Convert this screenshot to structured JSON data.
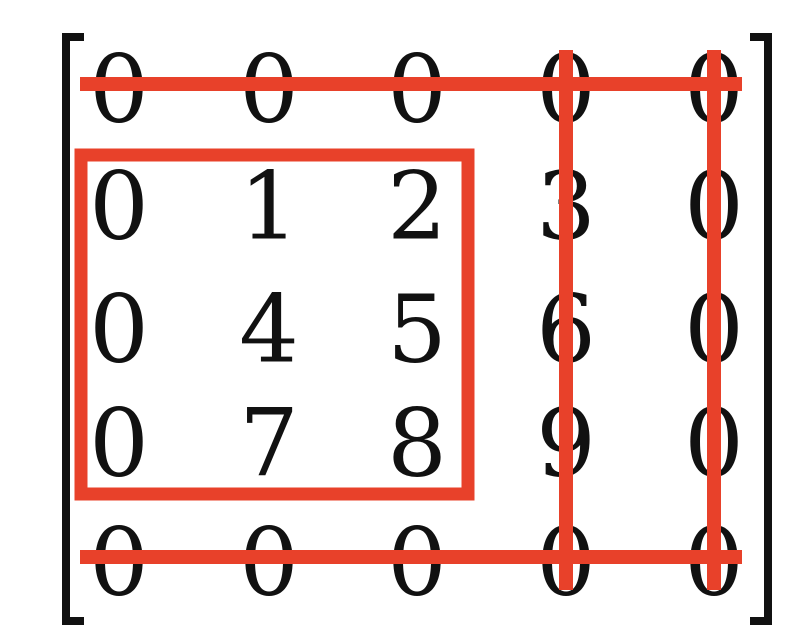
{
  "matrix": {
    "rows": [
      [
        "0",
        "0",
        "0",
        "0",
        "0"
      ],
      [
        "0",
        "1",
        "2",
        "3",
        "0"
      ],
      [
        "0",
        "4",
        "5",
        "6",
        "0"
      ],
      [
        "0",
        "7",
        "8",
        "9",
        "0"
      ],
      [
        "0",
        "0",
        "0",
        "0",
        "0"
      ]
    ]
  },
  "colors": {
    "annotation": "#e8412a",
    "text": "#111111",
    "bracket": "#111111"
  }
}
